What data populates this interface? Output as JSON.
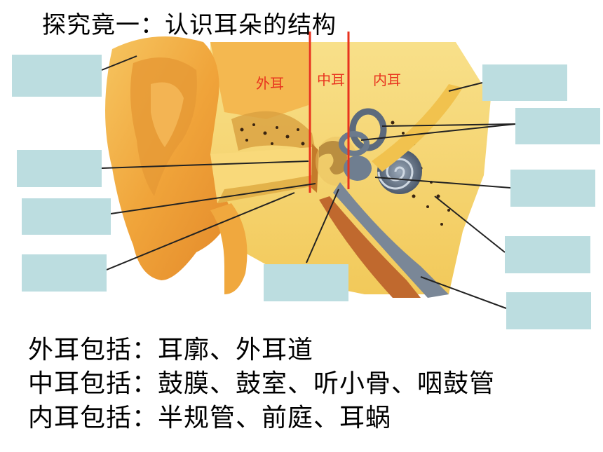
{
  "title": "探究竟一：认识耳朵的结构",
  "regions": {
    "outer": "外耳",
    "middle": "中耳",
    "inner": "内耳"
  },
  "summary": [
    "外耳包括：耳廓、外耳道",
    "中耳包括：鼓膜、鼓室、听小骨、咽鼓管",
    "内耳包括：半规管、前庭、耳蜗"
  ],
  "colors": {
    "label_box": "#bcdde0",
    "region_label": "#e8321e",
    "divider": "#e8321e"
  }
}
